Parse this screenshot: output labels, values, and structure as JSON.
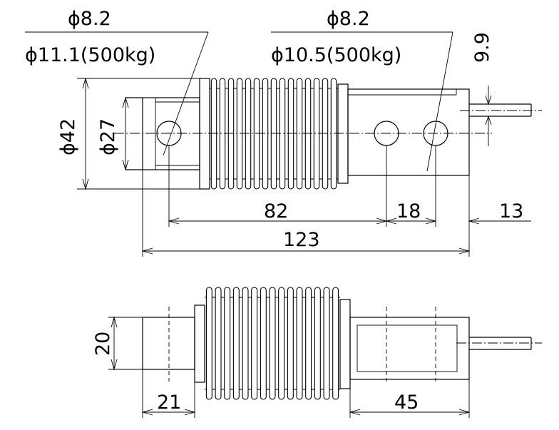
{
  "top_view": {
    "left_hole_spec": {
      "line1": "ϕ8.2",
      "line2": "ϕ11.1(500kg)"
    },
    "right_hole_spec": {
      "line1": "ϕ8.2",
      "line2": "ϕ10.5(500kg)"
    },
    "dim_cable_offset": "9.9",
    "dim_outer_diameter": "ϕ42",
    "dim_inner_diameter": "ϕ27",
    "dim_hole_span": "82",
    "dim_hole_pitch": "18",
    "dim_end_offset": "13",
    "dim_total_length": "123"
  },
  "bottom_view": {
    "dim_height": "20",
    "dim_left_block": "21",
    "dim_right_block": "45"
  }
}
